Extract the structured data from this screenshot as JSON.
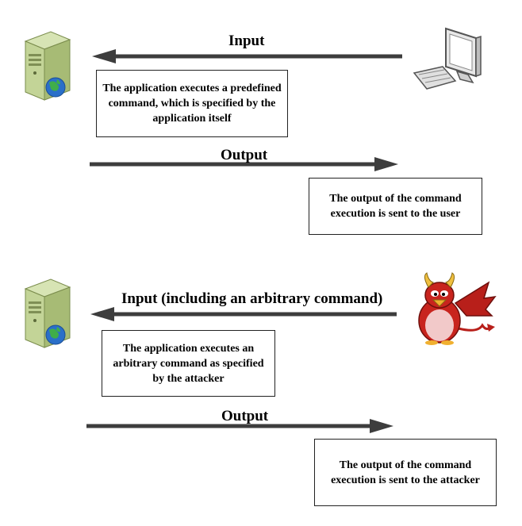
{
  "scenarios": [
    {
      "input_label": "Input",
      "process_text": "The application executes a predefined command, which is specified by the application itself",
      "output_label": "Output",
      "result_text": "The output of the command execution is sent to the user",
      "sender_icon": "desktop-computer-icon"
    },
    {
      "input_label": "Input (including an arbitrary command)",
      "process_text": "The application executes an arbitrary command as specified by the attacker",
      "output_label": "Output",
      "result_text": "The output of the command execution is sent to the attacker",
      "sender_icon": "devil-attacker-icon"
    }
  ],
  "server_icon": "web-server-icon",
  "colors": {
    "arrow": "#3d3d3d",
    "server_body": "#b8cc8c",
    "globe": "#2a6fc9",
    "devil": "#c8241e"
  }
}
